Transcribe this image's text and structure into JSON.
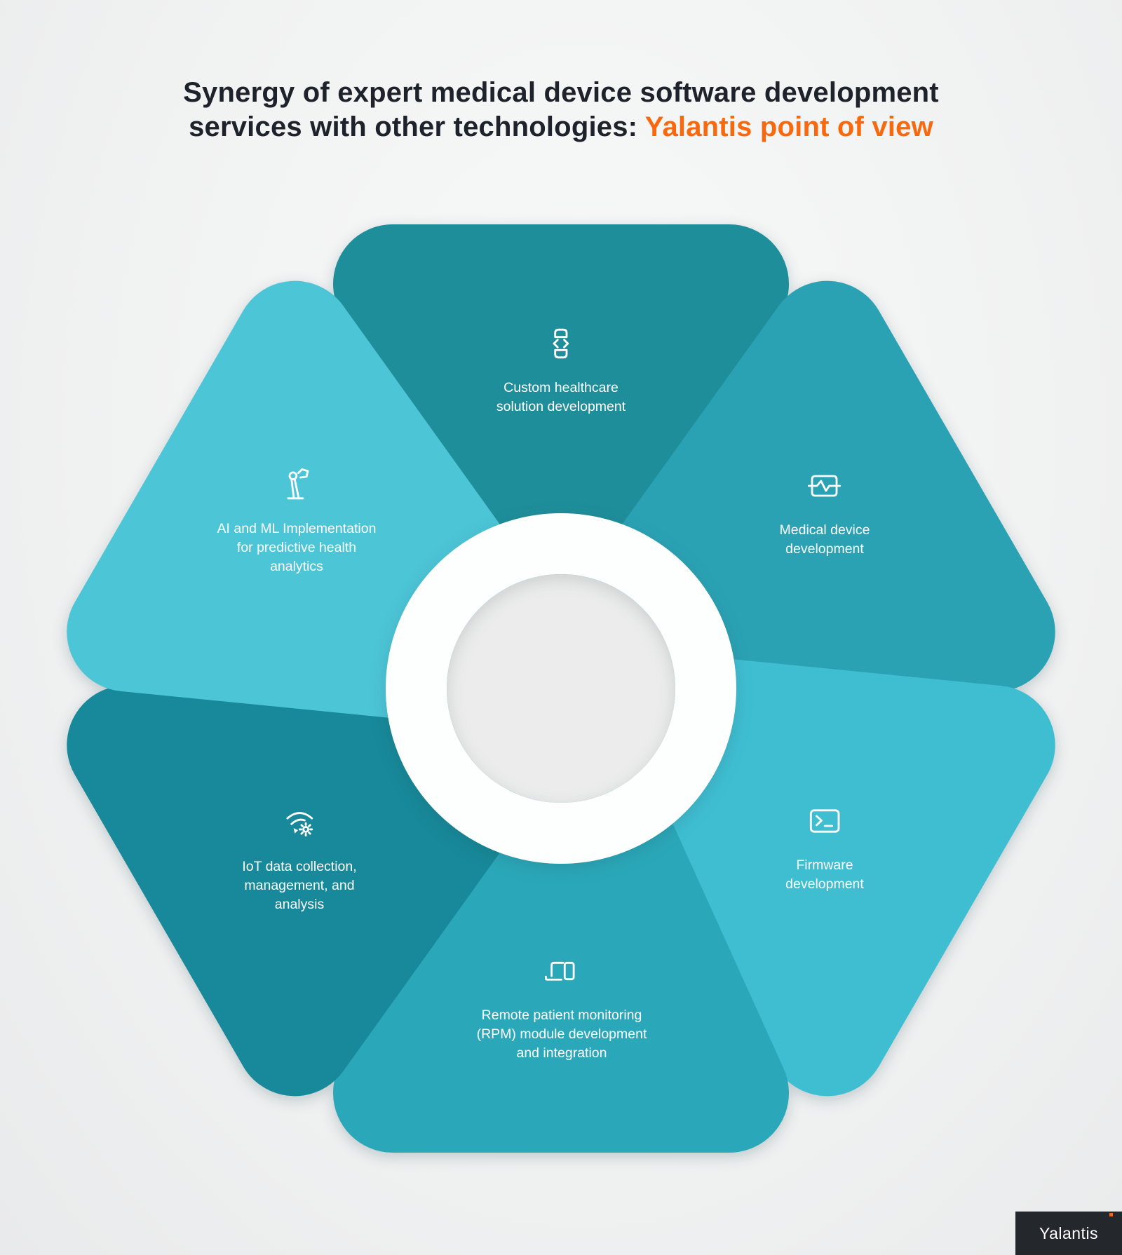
{
  "title": {
    "line1": "Synergy of expert medical device software development",
    "line2_prefix": "services with other technologies: ",
    "line2_highlight": "Yalantis point of view"
  },
  "diagram": {
    "background_circle_color": "#5ad7e5",
    "center_ring_color": "#fdfefe",
    "center_core_color": "#ececec",
    "petals": [
      {
        "position": "top",
        "label_lines": [
          "Custom healthcare",
          "solution development"
        ],
        "color": "#1e8e9b",
        "icon": "phone-code-icon"
      },
      {
        "position": "upper-right",
        "label_lines": [
          "Medical device",
          "development"
        ],
        "color": "#2aa2b4",
        "icon": "pulse-monitor-icon"
      },
      {
        "position": "lower-right",
        "label_lines": [
          "Firmware",
          "development"
        ],
        "color": "#3fbed2",
        "icon": "terminal-icon"
      },
      {
        "position": "bottom",
        "label_lines": [
          "Remote patient monitoring",
          "(RPM) module development",
          "and integration"
        ],
        "color": "#2aa8ba",
        "icon": "laptop-phone-icon"
      },
      {
        "position": "lower-left",
        "label_lines": [
          "IoT data collection,",
          "management, and",
          "analysis"
        ],
        "color": "#17899a",
        "icon": "wifi-gear-icon"
      },
      {
        "position": "upper-left",
        "label_lines": [
          "AI and ML Implementation",
          "for predictive health",
          "analytics"
        ],
        "color": "#4cc5d7",
        "icon": "robot-arm-icon"
      }
    ]
  },
  "logo": {
    "text": "Yalantis",
    "background": "#24272c",
    "accent": "#f8690f"
  },
  "colors": {
    "page_background": "#f0f1f1",
    "title_text": "#1e222b",
    "title_highlight": "#f8690f",
    "label_text": "#ffffff"
  }
}
